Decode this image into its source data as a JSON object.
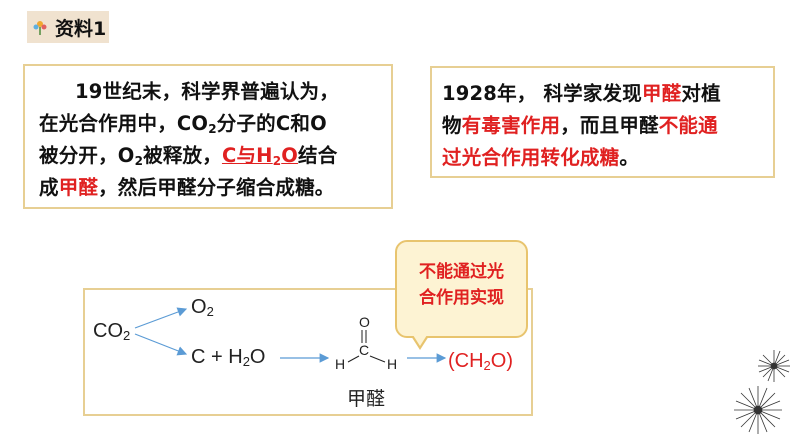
{
  "header": {
    "title": "资料1",
    "icon": "flower-icon"
  },
  "left_box": {
    "l1": "19世纪末，科学界普遍认为，",
    "l2a": "在光合作用中，CO",
    "l2sub": "2",
    "l2b": "分子的C和O",
    "l3a": "被分开，O",
    "l3sub": "2",
    "l3b": "被释放，",
    "l3red_a": "C与H",
    "l3red_sub": "2",
    "l3red_b": "O",
    "l3c": "结合",
    "l4a": "成",
    "l4red": "甲醛",
    "l4b": "，然后甲醛分子缩合成糖。"
  },
  "right_box": {
    "l1a": "1928年， 科学家发现",
    "l1red": "甲醛",
    "l1b": "对植",
    "l2a": "物",
    "l2red": "有毒害作用",
    "l2b": "，而且甲醛",
    "l2red2": "不能通",
    "l3red": "过光合作用转化成糖",
    "l3b": "。"
  },
  "diagram": {
    "co2": "CO",
    "co2_sub": "2",
    "o2": "O",
    "o2_sub": "2",
    "c_h2o_a": "C + H",
    "c_h2o_sub": "2",
    "c_h2o_b": "O",
    "formaldehyde_label": "甲醛",
    "atom_o": "O",
    "atom_c": "C",
    "atom_h1": "H",
    "atom_h2": "H",
    "product_a": "(CH",
    "product_sub": "2",
    "product_b": "O)"
  },
  "callout": {
    "l1": "不能通过光",
    "l2": "合作用实现"
  },
  "colors": {
    "accent_red": "#e02121",
    "border_gold": "#e7cf93",
    "tag_bg": "#f0e2cf",
    "callout_bg": "#fdf3d3",
    "arrow_blue": "#5b9bd5"
  }
}
